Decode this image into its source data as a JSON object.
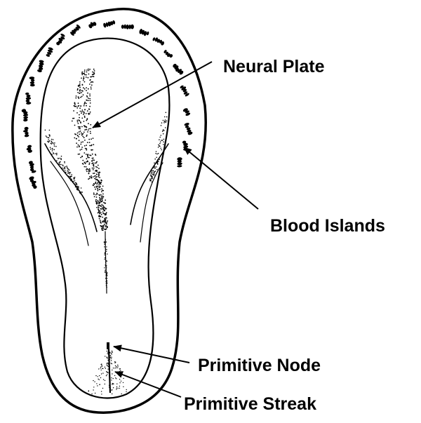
{
  "labels": {
    "neural_plate": "Neural Plate",
    "blood_islands": "Blood Islands",
    "primitive_node": "Primitive Node",
    "primitive_streak": "Primitive Streak"
  },
  "colors": {
    "ink": "#000000",
    "background": "#ffffff"
  }
}
